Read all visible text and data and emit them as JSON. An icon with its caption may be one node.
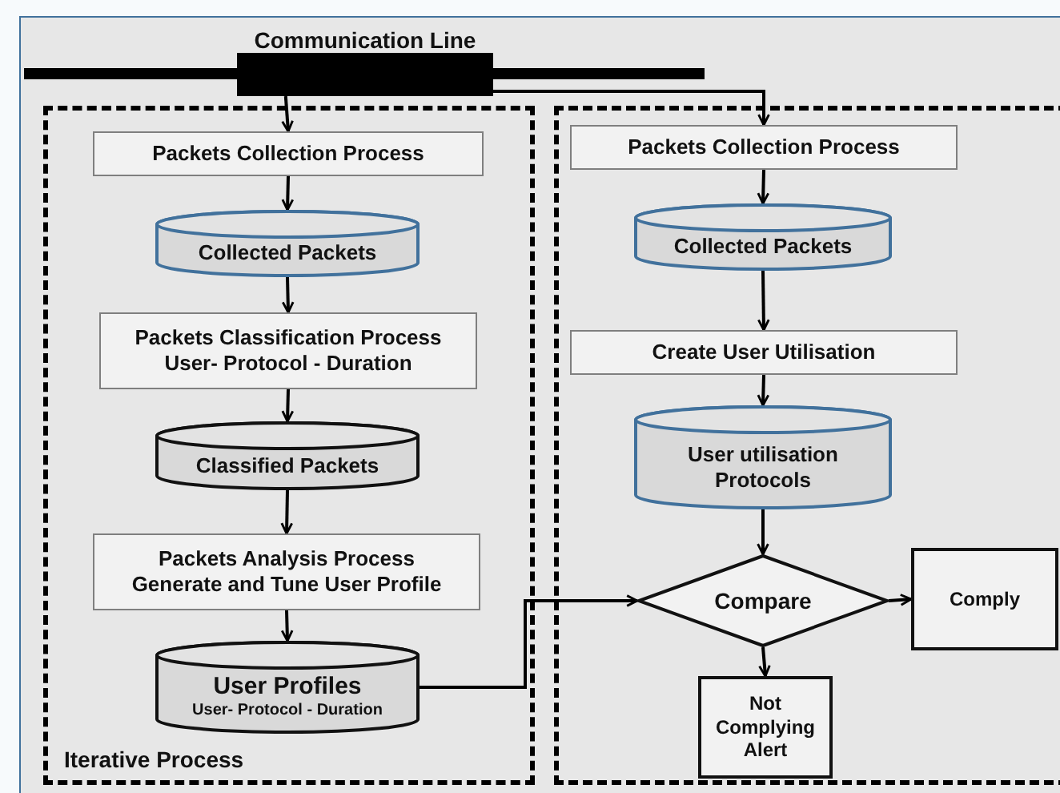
{
  "diagram": {
    "nodes": [
      {
        "text": [
          "Communication Line"
        ]
      },
      {
        "text": [
          "Iterative Process"
        ]
      },
      {
        "text": [
          "Packets Collection Process"
        ],
        "in": 1
      },
      {
        "text": [
          "Collected Packets"
        ],
        "in": 1
      },
      {
        "text": [
          "Packets Classification Process",
          "User- Protocol - Duration"
        ],
        "in": 1
      },
      {
        "text": [
          "Classified Packets"
        ],
        "in": 1
      },
      {
        "text": [
          "Packets Analysis Process",
          "Generate and Tune User Profile"
        ],
        "in": 1
      },
      {
        "text": [
          "User Profiles",
          "User- Protocol - Duration"
        ],
        "in": 1
      },
      {
        "text": [],
        "shape": "box"
      },
      {
        "text": [
          "Packets Collection Process"
        ],
        "in": 8
      },
      {
        "text": [
          "Collected Packets"
        ],
        "in": 8
      },
      {
        "text": [
          "Create User Utilisation"
        ],
        "in": 8
      },
      {
        "text": [
          "User utilisation Protocols"
        ],
        "in": 8
      },
      {
        "text": [
          "Compare"
        ],
        "in": 8
      },
      {
        "text": [
          "Comply"
        ],
        "in": 8
      },
      {
        "text": [
          "Not Complying Alert"
        ],
        "in": 8
      }
    ],
    "edges": [
      {
        "from": 0,
        "to": 2,
        "arrow": "to"
      },
      {
        "from": 0,
        "to": 9,
        "arrow": "to"
      },
      {
        "from": 2,
        "to": 3,
        "arrow": "to"
      },
      {
        "from": 3,
        "to": 4,
        "arrow": "to"
      },
      {
        "from": 4,
        "to": 5,
        "arrow": "to"
      },
      {
        "from": 5,
        "to": 6,
        "arrow": "to"
      },
      {
        "from": 6,
        "to": 7,
        "arrow": "to"
      },
      {
        "from": 7,
        "to": 13,
        "arrow": "to"
      },
      {
        "from": 9,
        "to": 10,
        "arrow": "to"
      },
      {
        "from": 10,
        "to": 11,
        "arrow": "to"
      },
      {
        "from": 11,
        "to": 12,
        "arrow": "to"
      },
      {
        "from": 12,
        "to": 13,
        "arrow": "to"
      },
      {
        "from": 13,
        "to": 14,
        "arrow": "to"
      },
      {
        "from": 13,
        "to": 15,
        "arrow": "to"
      }
    ]
  }
}
